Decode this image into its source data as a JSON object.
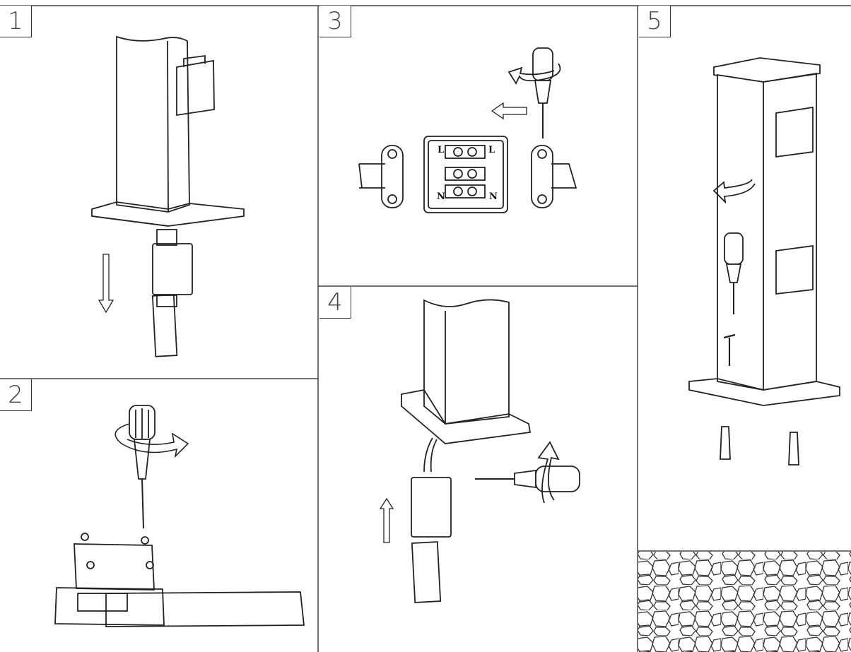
{
  "steps": [
    {
      "number": "1"
    },
    {
      "number": "2"
    },
    {
      "number": "3",
      "terminals": {
        "live_left": "L",
        "live_right": "L",
        "neutral_left": "N",
        "neutral_right": "N"
      }
    },
    {
      "number": "4"
    },
    {
      "number": "5"
    }
  ],
  "icons": [
    "downward-arrow-icon",
    "screwdriver-icon",
    "rotate-clockwise-icon",
    "left-arrow-icon",
    "upward-arrow-icon",
    "screw-icon",
    "wall-plug-icon",
    "gravel-ground"
  ],
  "colors": {
    "line": "#222222",
    "background": "#ffffff",
    "panel_border": "#444444"
  }
}
